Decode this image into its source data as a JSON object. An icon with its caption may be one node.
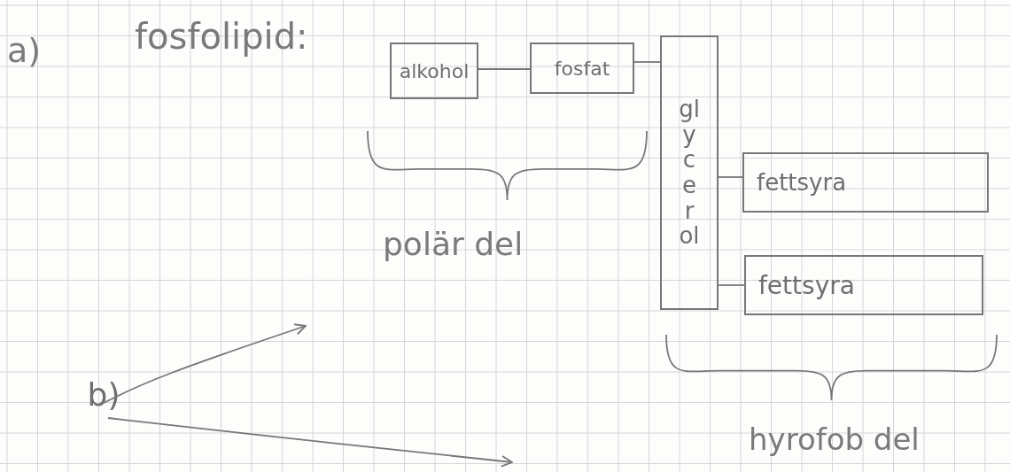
{
  "diagram": {
    "nodes": [
      {
        "text": [
          "alkohol"
        ]
      },
      {
        "text": [
          "fosfat"
        ]
      },
      {
        "text": [
          "glycerol"
        ]
      },
      {
        "text": [
          "fettsyra"
        ]
      },
      {
        "text": [
          "fettsyra"
        ]
      },
      {
        "text": [
          "b)"
        ]
      }
    ],
    "edges": [
      {
        "from": 0,
        "to": 1,
        "arrow": "none"
      },
      {
        "from": 1,
        "to": 2,
        "arrow": "none"
      },
      {
        "from": 2,
        "to": 3,
        "arrow": "none"
      },
      {
        "from": 2,
        "to": 4,
        "arrow": "none"
      },
      {
        "from": 5,
        "to": null,
        "arrow": "to"
      },
      {
        "from": 5,
        "to": null,
        "arrow": "to"
      }
    ],
    "labels": [
      "a)",
      "fosfolipid:",
      "polär del",
      "hyrofob del"
    ]
  }
}
